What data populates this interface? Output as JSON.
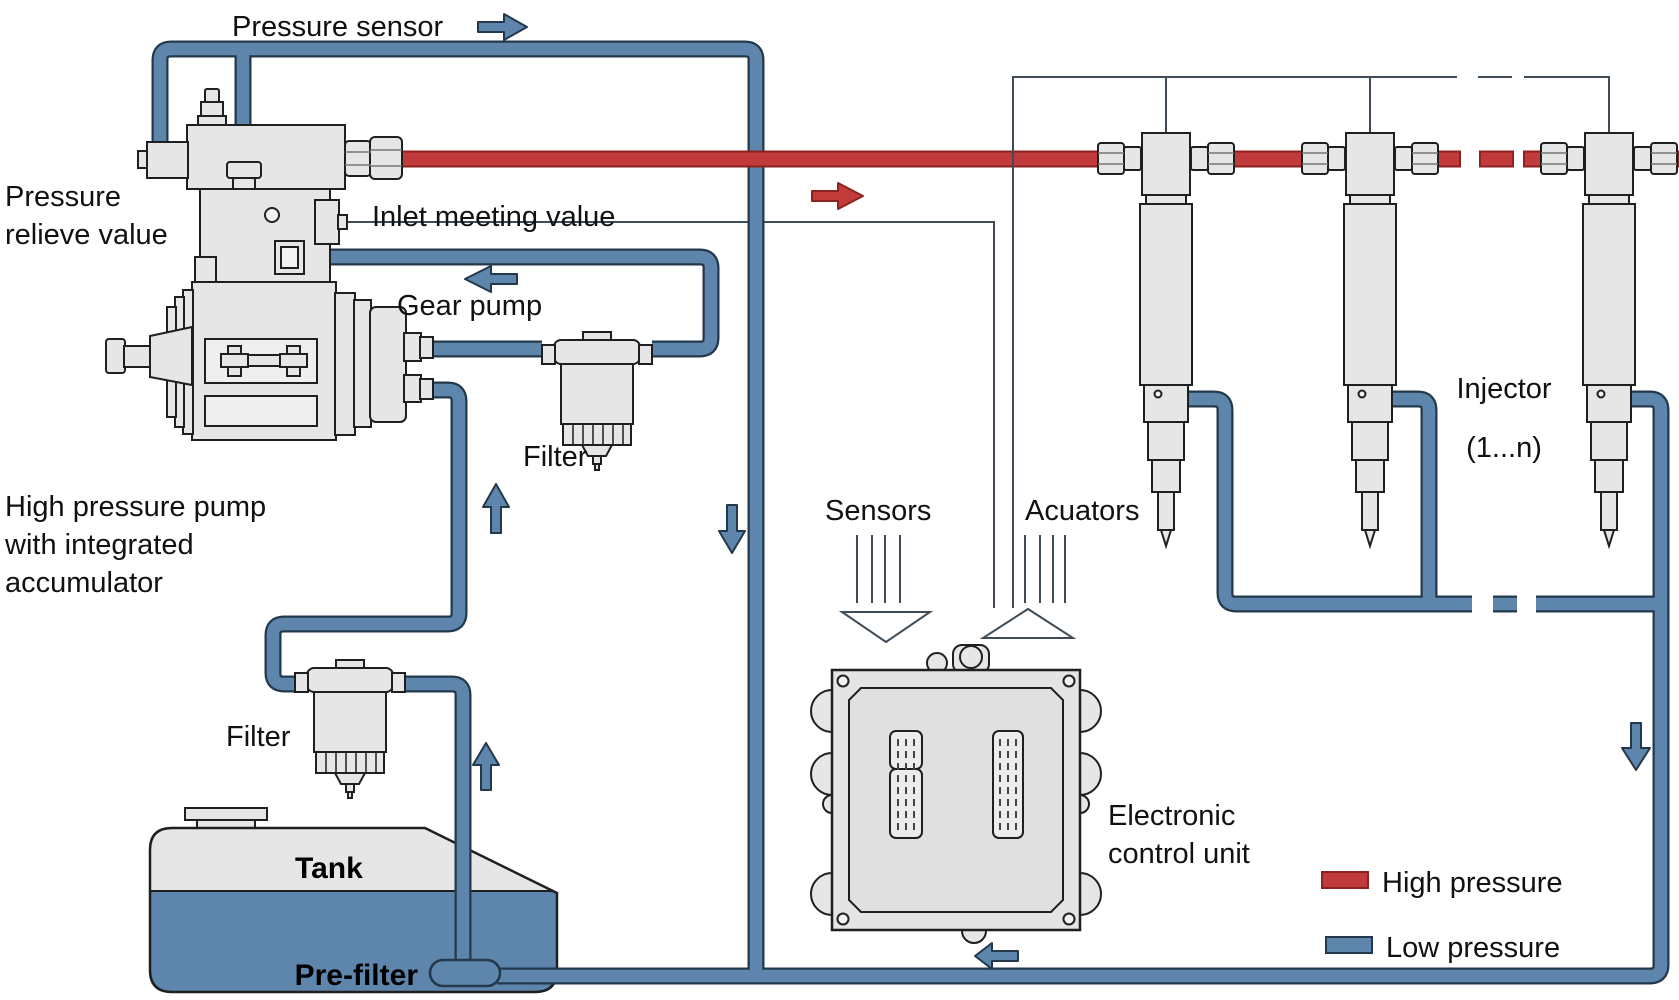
{
  "labels": {
    "pressure_sensor": "Pressure sensor",
    "pressure_relieve": [
      "Pressure",
      "relieve value"
    ],
    "inlet_metering": "Inlet meeting value",
    "gear_pump": "Gear pump",
    "filter_upper": "Filter",
    "filter_lower": "Filter",
    "hp_pump": [
      "High pressure pump",
      "with integrated",
      "accumulator"
    ],
    "tank": "Tank",
    "pre_filter": "Pre-filter",
    "sensors": "Sensors",
    "actuators": "Acuators",
    "injector": [
      "Injector",
      "(1...n)"
    ],
    "ecu": [
      "Electronic",
      "control unit"
    ]
  },
  "legend": {
    "items": [
      {
        "label": "High pressure",
        "color": "#c23b3b"
      },
      {
        "label": "Low pressure",
        "color": "#5e86ac"
      }
    ]
  },
  "colors": {
    "high_pressure": "#c23b3b",
    "low_pressure": "#5e86ac",
    "pipe_outline": "#24384c",
    "component_fill": "#e6e6e6"
  }
}
